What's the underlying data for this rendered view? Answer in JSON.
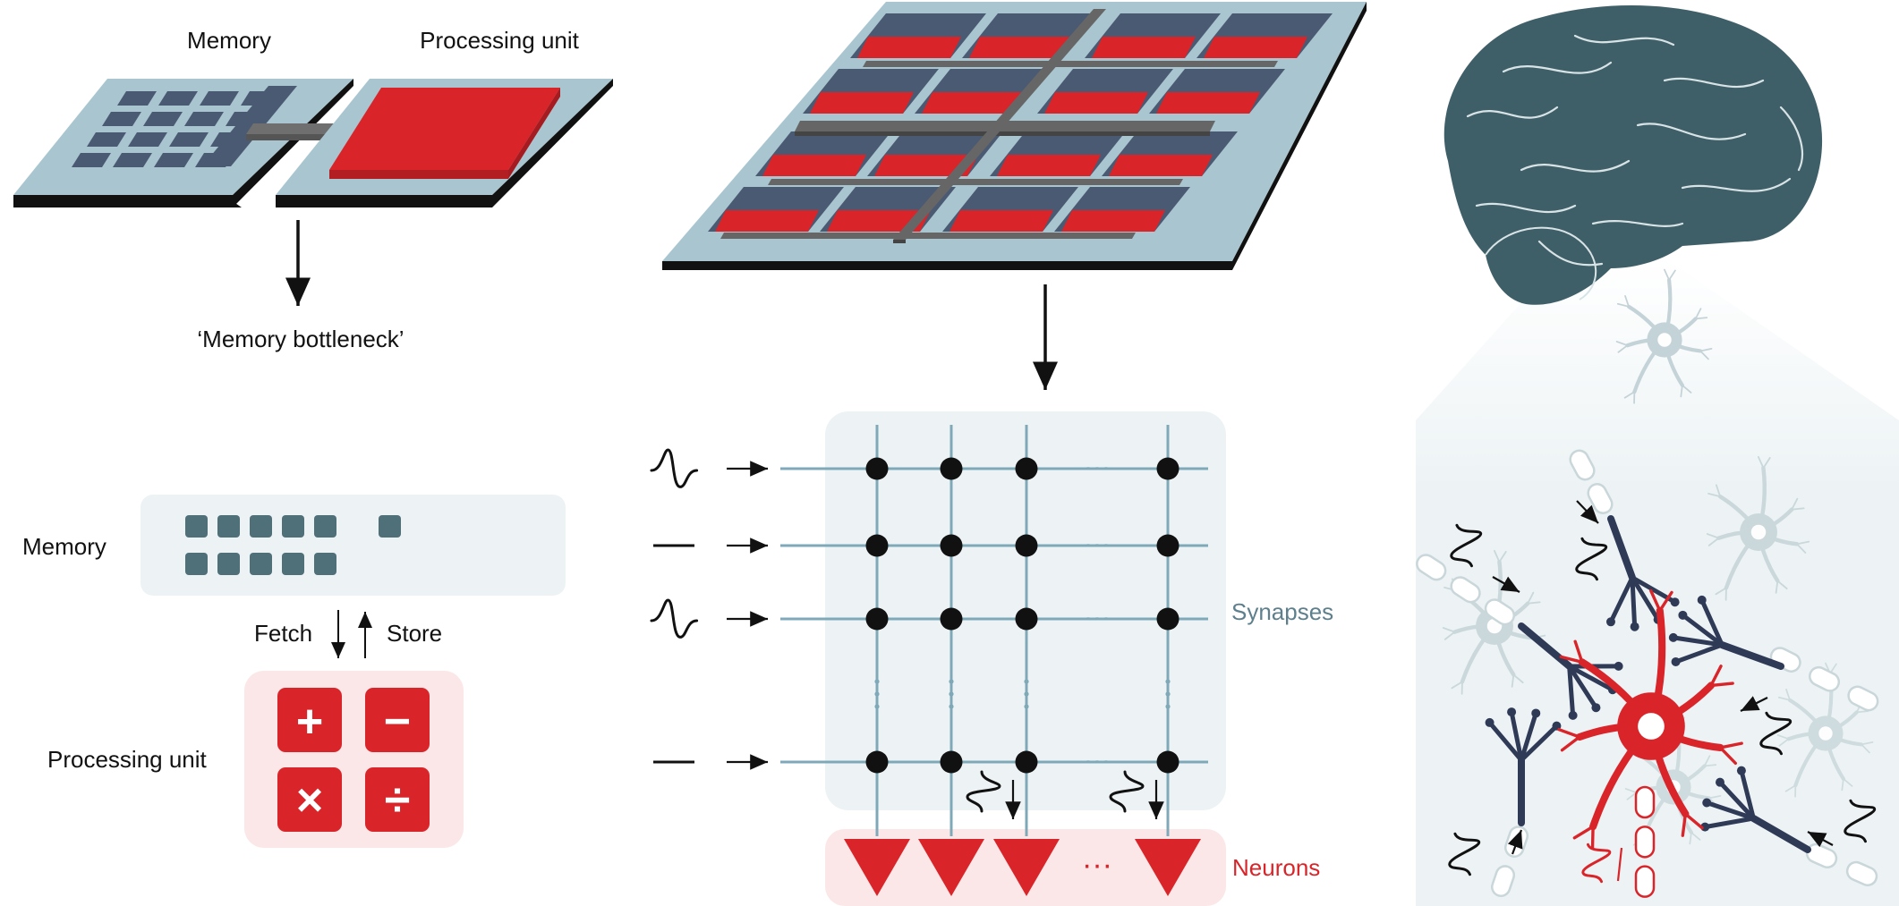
{
  "labels": {
    "memory_top": "Memory",
    "processing_top": "Processing unit",
    "bottleneck": "‘Memory bottleneck’",
    "memory_left": "Memory",
    "fetch": "Fetch",
    "store": "Store",
    "processing_left": "Processing unit",
    "synapses": "Synapses",
    "neurons": "Neurons"
  },
  "operators": {
    "add": "+",
    "subtract": "−",
    "multiply": "×",
    "divide": "÷"
  },
  "colors": {
    "red": "#d9252a",
    "dark_red": "#a51b1f",
    "slate": "#4a5a72",
    "teal": "#4f6f79",
    "board": "#a9c6d0",
    "line": "#7fa9b8",
    "panel": "#edf3f5",
    "pink": "#fbe7e7",
    "brain": "#3f5f68"
  },
  "icons": [
    "memory-chip-icon",
    "processor-chip-icon",
    "neuromorphic-chip-icon",
    "spike-icon",
    "neuron-triangle-icon",
    "brain-icon",
    "neuron-cell-icon"
  ]
}
